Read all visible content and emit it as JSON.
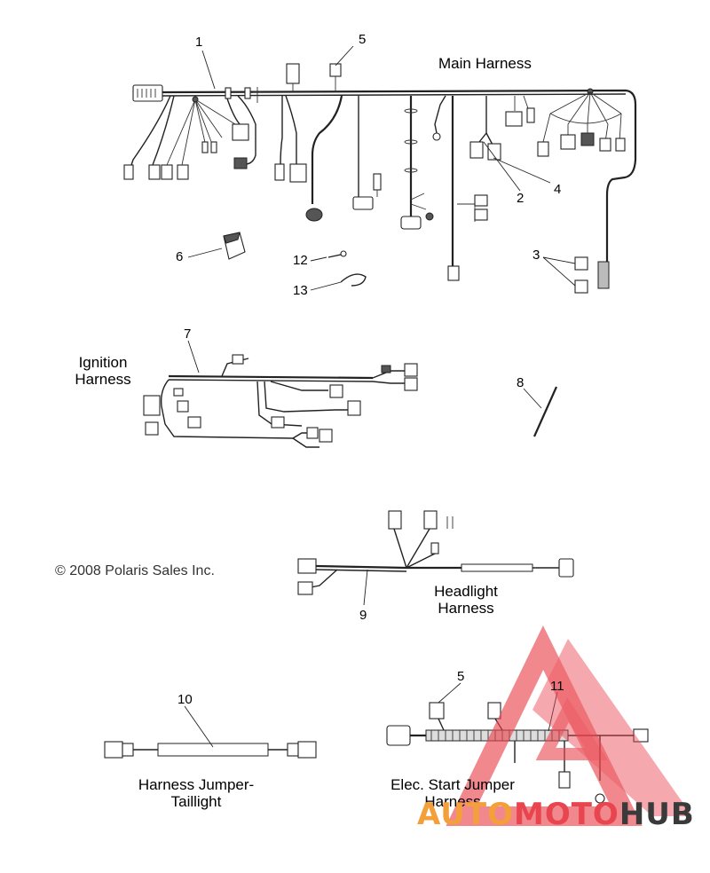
{
  "sections": {
    "main": "Main Harness",
    "ignition": "Ignition Harness",
    "headlight": "Headlight Harness",
    "taillight": "Harness Jumper-Taillight",
    "elec_start": "Elec. Start Jumper Harness"
  },
  "callouts": {
    "n1": "1",
    "n2": "2",
    "n3": "3",
    "n4": "4",
    "n5a": "5",
    "n5b": "5",
    "n6": "6",
    "n7": "7",
    "n8": "8",
    "n9": "9",
    "n10": "10",
    "n11": "11",
    "n12": "12",
    "n13": "13"
  },
  "copyright": "© 2008 Polaris Sales Inc.",
  "watermark": {
    "part1": "AUTO",
    "part2": "MOTO",
    "part3": "HUB"
  },
  "colors": {
    "watermark_orange": "#f4a03a",
    "watermark_red": "#e9454f",
    "watermark_dark": "#3a3a3a"
  }
}
